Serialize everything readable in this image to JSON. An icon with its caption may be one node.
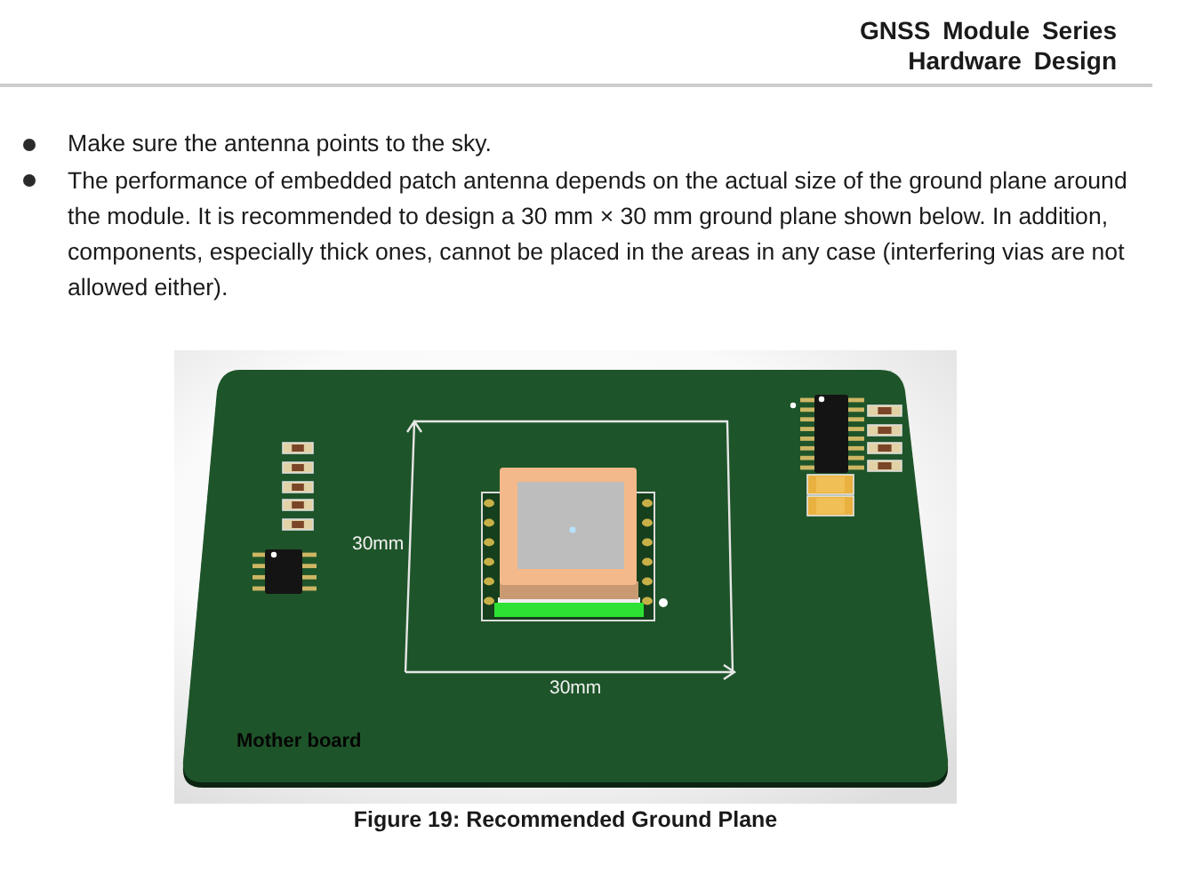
{
  "diagram": {
    "caption": "Figure 19: Recommended Ground Plane",
    "nodes": [
      {
        "text": [
          "Mother board"
        ]
      }
    ],
    "labels": [
      "GNSS Module Series",
      "Hardware Design",
      "Make sure the antenna points to the sky.",
      "The performance of embedded patch antenna depends on the actual size of the ground plane around the module. It is recommended to design a 30 mm × 30 mm ground plane shown below. In addition, components, especially thick ones, cannot be placed in the areas in any case (interfering vias are not allowed either).",
      "30mm",
      "30mm"
    ]
  }
}
